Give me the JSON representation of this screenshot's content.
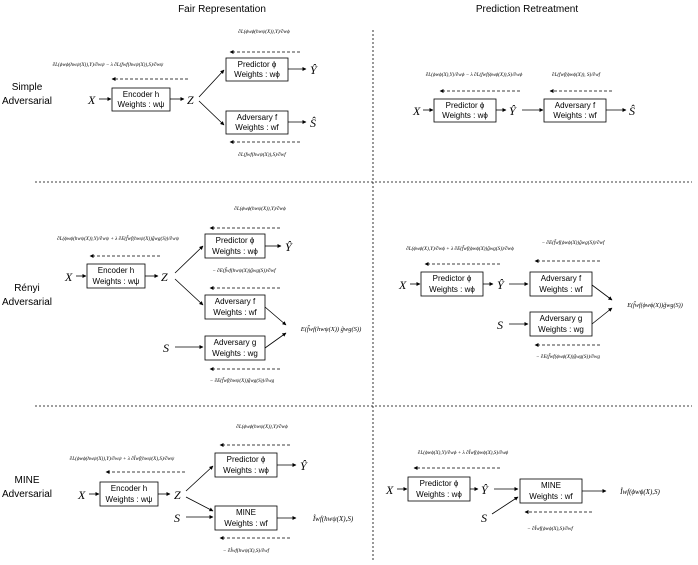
{
  "headers": {
    "fair": "Fair Representation",
    "retreat": "Prediction Retreatment"
  },
  "rows": {
    "simple": [
      "Simple",
      "Adversarial"
    ],
    "renyi": [
      "Rényi",
      "Adversarial"
    ],
    "mine": [
      "MINE",
      "Adversarial"
    ]
  },
  "symbols": {
    "X": "X",
    "Z": "Z",
    "S": "S",
    "Yhat": "Ŷ",
    "Shat": "Ŝ"
  },
  "boxes": {
    "encoder": [
      "Encoder h",
      "Weights : wψ"
    ],
    "predictor": [
      "Predictor ϕ",
      "Weights : wϕ"
    ],
    "adv_f": [
      "Adversary f",
      "Weights : wf"
    ],
    "adv_g": [
      "Adversary g",
      "Weights : wg"
    ],
    "mine": [
      "MINE",
      "Weights : wf"
    ]
  },
  "formulas": {
    "s_enc": "∂L(ϕwϕ(hwψ(X)),Y)/∂wψ − λ ∂L(fwf(hwψ(X)),S)/∂wψ",
    "s_pred": "∂L(ϕwϕ(hwψ(X)),Y)/∂wϕ",
    "s_adv": "∂L(fwf(hwψ(X)),S)/∂wf",
    "sr_pred": "∂L(ϕwϕ(X),Y)/∂wϕ − λ ∂L(fwf(ϕwϕ(X)),S)/∂wϕ",
    "sr_adv": "∂L(fwf(ϕwϕ(X)), S)/∂wf",
    "r_enc": "∂L(ϕwϕ(hwψ(X)),Y)/∂wψ + λ ∂E(f̃wf(hwψ(X))g̃wg(S))/∂wψ",
    "r_pred": "∂L(ϕwϕ(hwψ(X)),Y)/∂wϕ",
    "r_advf": "− ∂E(f̃wf(hwψ(X))g̃wg(S))/∂wf",
    "r_corr": "E(f̃wf(hwψ(X)) g̃wg(S))",
    "r_advg": "− ∂E(f̃wf(hwψ(X))g̃wg(S))/∂wg",
    "rr_pred": "∂L(ϕwϕ(X),Y)/∂wϕ + λ ∂E(f̃wf(ϕwϕ(X))g̃wg(S))/∂wϕ",
    "rr_advf": "− ∂E(f̃wf(ϕwϕ(X))g̃wg(S))/∂wf",
    "rr_corr": "E(f̃wf(ϕwϕ(X))g̃wg(S))",
    "rr_advg": "− ∂E(f̃wf(ϕwϕ(X))g̃wg(S))/∂wg",
    "m_enc": "∂L(ϕwϕ(hwψ(X)),Y)/∂wψ + λ ∂Îwf(hwψ(X),S)/∂wψ",
    "m_pred": "∂L(ϕwϕ(hwψ(X)),Y)/∂wϕ",
    "m_out": "Îwf(hwψ(X),S)",
    "m_adv": "− ∂Îwf(hwψ(X),S)/∂wf",
    "mr_pred": "∂L(ϕwϕ(X),Y)/∂wϕ + λ ∂Îwf(ϕwϕ(X),S)/∂wϕ",
    "mr_out": "Îwf(ϕwϕ(X),S)",
    "mr_adv": "− ∂Îwf(ϕwϕ(X),S)/∂wf"
  }
}
